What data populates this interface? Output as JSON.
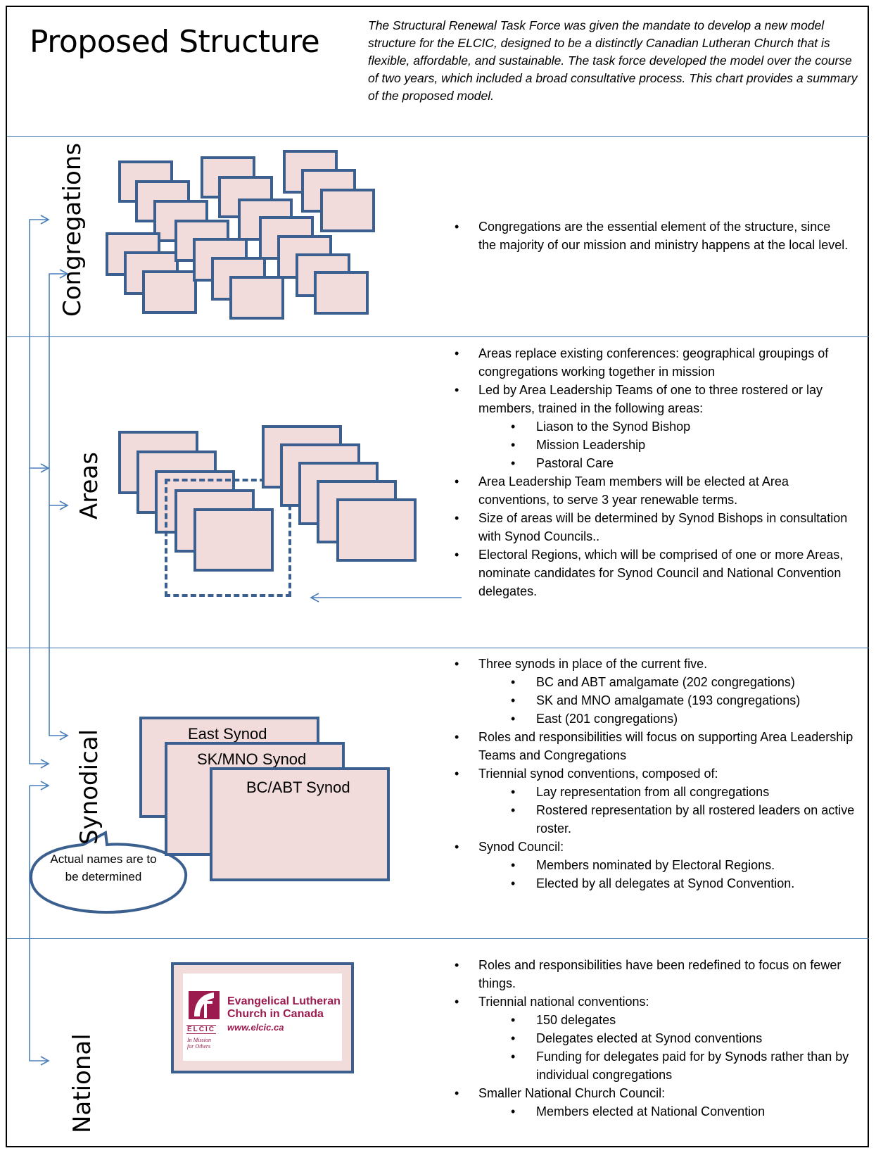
{
  "header": {
    "title": "Proposed Structure",
    "intro": "The Structural Renewal Task Force was given the mandate to develop a new model structure for the ELCIC, designed to be a distinctly Canadian Lutheran Church that is flexible, affordable, and sustainable. The task force developed the model over the course of two years, which included a broad consultative process. This chart provides a summary of the proposed model."
  },
  "sections": {
    "congregations": {
      "label": "Congregations",
      "bullets": [
        "Congregations are the essential element of the structure, since the majority of our mission and ministry happens at the local level."
      ]
    },
    "areas": {
      "label": "Areas",
      "b1": "Areas replace existing conferences: geographical groupings of congregations working together in mission",
      "b2": "Led by Area Leadership Teams of one to three rostered or lay members, trained in the following areas:",
      "b2_sub": [
        "Liason to the Synod Bishop",
        "Mission Leadership",
        "Pastoral Care"
      ],
      "b3": "Area Leadership Team members will be elected at Area conventions, to serve 3 year renewable terms.",
      "b4": "Size of areas will be determined by Synod Bishops in consultation with Synod Councils..",
      "b5": "Electoral Regions, which will be comprised of one or more Areas, nominate candidates for Synod Council and National Convention delegates."
    },
    "synodical": {
      "label": "Synodical",
      "boxes": [
        "East Synod",
        "SK/MNO Synod",
        "BC/ABT Synod"
      ],
      "callout": "Actual names are to be determined",
      "b1": "Three synods in place of the current five.",
      "b1_sub": [
        "BC and ABT amalgamate  (202 congregations)",
        "SK and MNO amalgamate  (193 congregations)",
        "East  (201 congregations)"
      ],
      "b2": "Roles and responsibilities will focus on supporting Area Leadership Teams and Congregations",
      "b3": "Triennial synod conventions, composed of:",
      "b3_sub": [
        "Lay representation from all congregations",
        "Rostered representation by all rostered leaders on active roster."
      ],
      "b4": "Synod Council:",
      "b4_sub": [
        "Members nominated by Electoral Regions.",
        "Elected by all delegates at Synod Convention."
      ]
    },
    "national": {
      "label": "National",
      "logo": {
        "name_line1": "Evangelical Lutheran",
        "name_line2": "Church in Canada",
        "url": "www.elcic.ca",
        "abbr": "ELCIC",
        "tagline": "In Mission\nfor Others"
      },
      "b1": "Roles and responsibilities have been redefined to focus on fewer things.",
      "b2": "Triennial national conventions:",
      "b2_sub": [
        "150 delegates",
        "Delegates elected at Synod conventions",
        "Funding for delegates paid for by Synods rather than by individual congregations"
      ],
      "b3": "Smaller National Church Council:",
      "b3_sub": [
        "Members elected at National Convention"
      ]
    }
  },
  "colors": {
    "box_fill": "#f2dcdb",
    "box_border": "#3b5f8e",
    "divider": "#3a6fb0",
    "logo_brand": "#9b1b4e"
  }
}
